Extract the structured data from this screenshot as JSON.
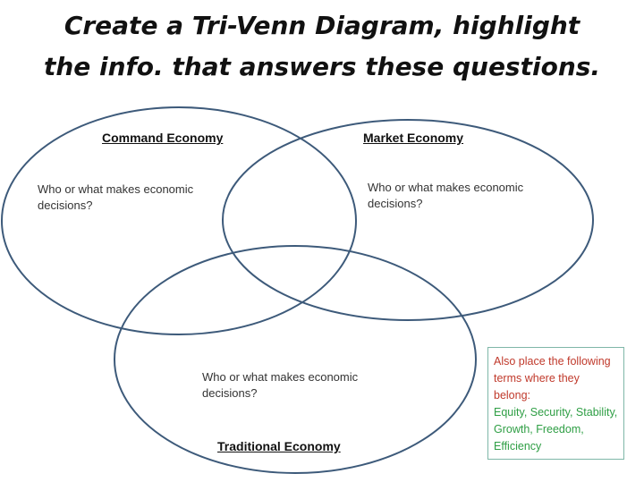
{
  "title": {
    "line1": "Create a Tri-Venn Diagram, highlight",
    "line2": "the info. that answers these questions."
  },
  "circles": {
    "command": {
      "label": "Command Economy",
      "question": "Who or what makes economic decisions?"
    },
    "market": {
      "label": "Market Economy",
      "question": "Who or what makes economic decisions?"
    },
    "traditional": {
      "label": "Traditional Economy",
      "question": "Who or what makes economic decisions?"
    }
  },
  "terms_box": {
    "intro": "Also place the following terms where they belong:",
    "terms": "Equity, Security, Stability, Growth, Freedom, Efficiency"
  },
  "colors": {
    "circle_stroke": "#3d5a7a",
    "intro_text": "#c0392b",
    "terms_text": "#2e9e44",
    "box_border": "#7fb7a8"
  }
}
